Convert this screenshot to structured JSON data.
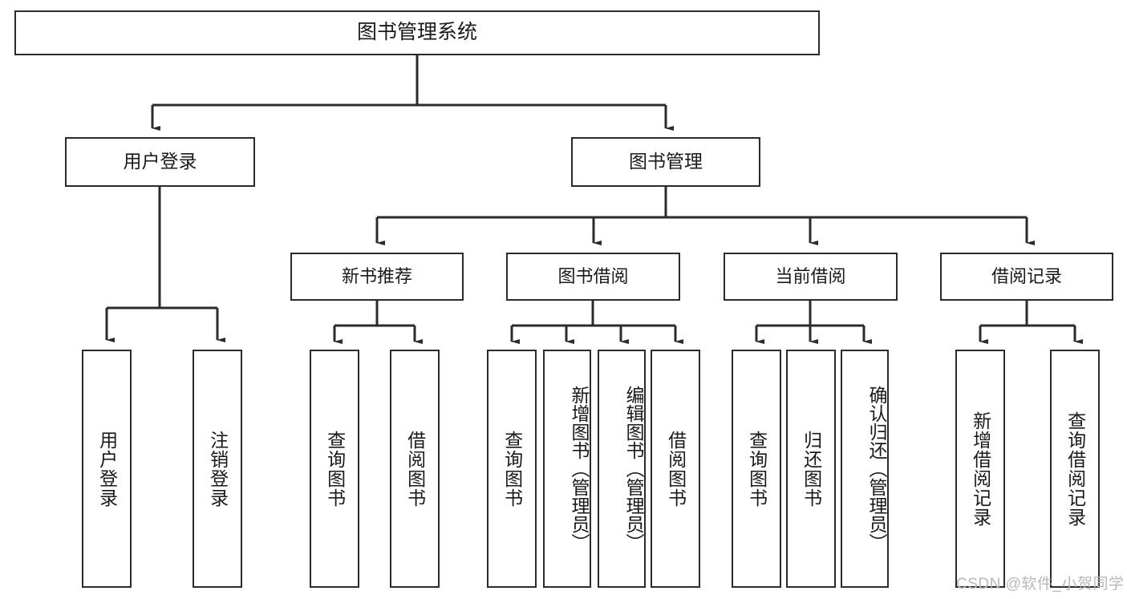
{
  "diagram": {
    "title": "图书管理系统",
    "type": "tree-hierarchy-chart",
    "orientation": "top-down",
    "watermark": "CSDN @软件_小贺同学",
    "colors": {
      "box_border": "#2b2b2b",
      "box_fill": "#ffffff",
      "edge": "#2b2b2b",
      "text": "#1a1a1a",
      "watermark": "#b9b9b9",
      "background": "#ffffff"
    },
    "root": {
      "label": "图书管理系统"
    },
    "level2": [
      {
        "label": "用户登录"
      },
      {
        "label": "图书管理"
      }
    ],
    "level3": [
      {
        "label": "新书推荐"
      },
      {
        "label": "图书借阅"
      },
      {
        "label": "当前借阅"
      },
      {
        "label": "借阅记录"
      }
    ],
    "leaves": {
      "user_login": [
        {
          "label": "用户登录"
        },
        {
          "label": "注销登录"
        }
      ],
      "new_book_recommend": [
        {
          "label": "查询图书"
        },
        {
          "label": "借阅图书"
        }
      ],
      "book_borrow": [
        {
          "label": "查询图书"
        },
        {
          "label": "新增图书（管理员）"
        },
        {
          "label": "编辑图书（管理员）"
        },
        {
          "label": "借阅图书"
        }
      ],
      "current_borrow": [
        {
          "label": "查询图书"
        },
        {
          "label": "归还图书"
        },
        {
          "label": "确认归还（管理员）"
        }
      ],
      "borrow_record": [
        {
          "label": "新增借阅记录"
        },
        {
          "label": "查询借阅记录"
        }
      ]
    }
  }
}
